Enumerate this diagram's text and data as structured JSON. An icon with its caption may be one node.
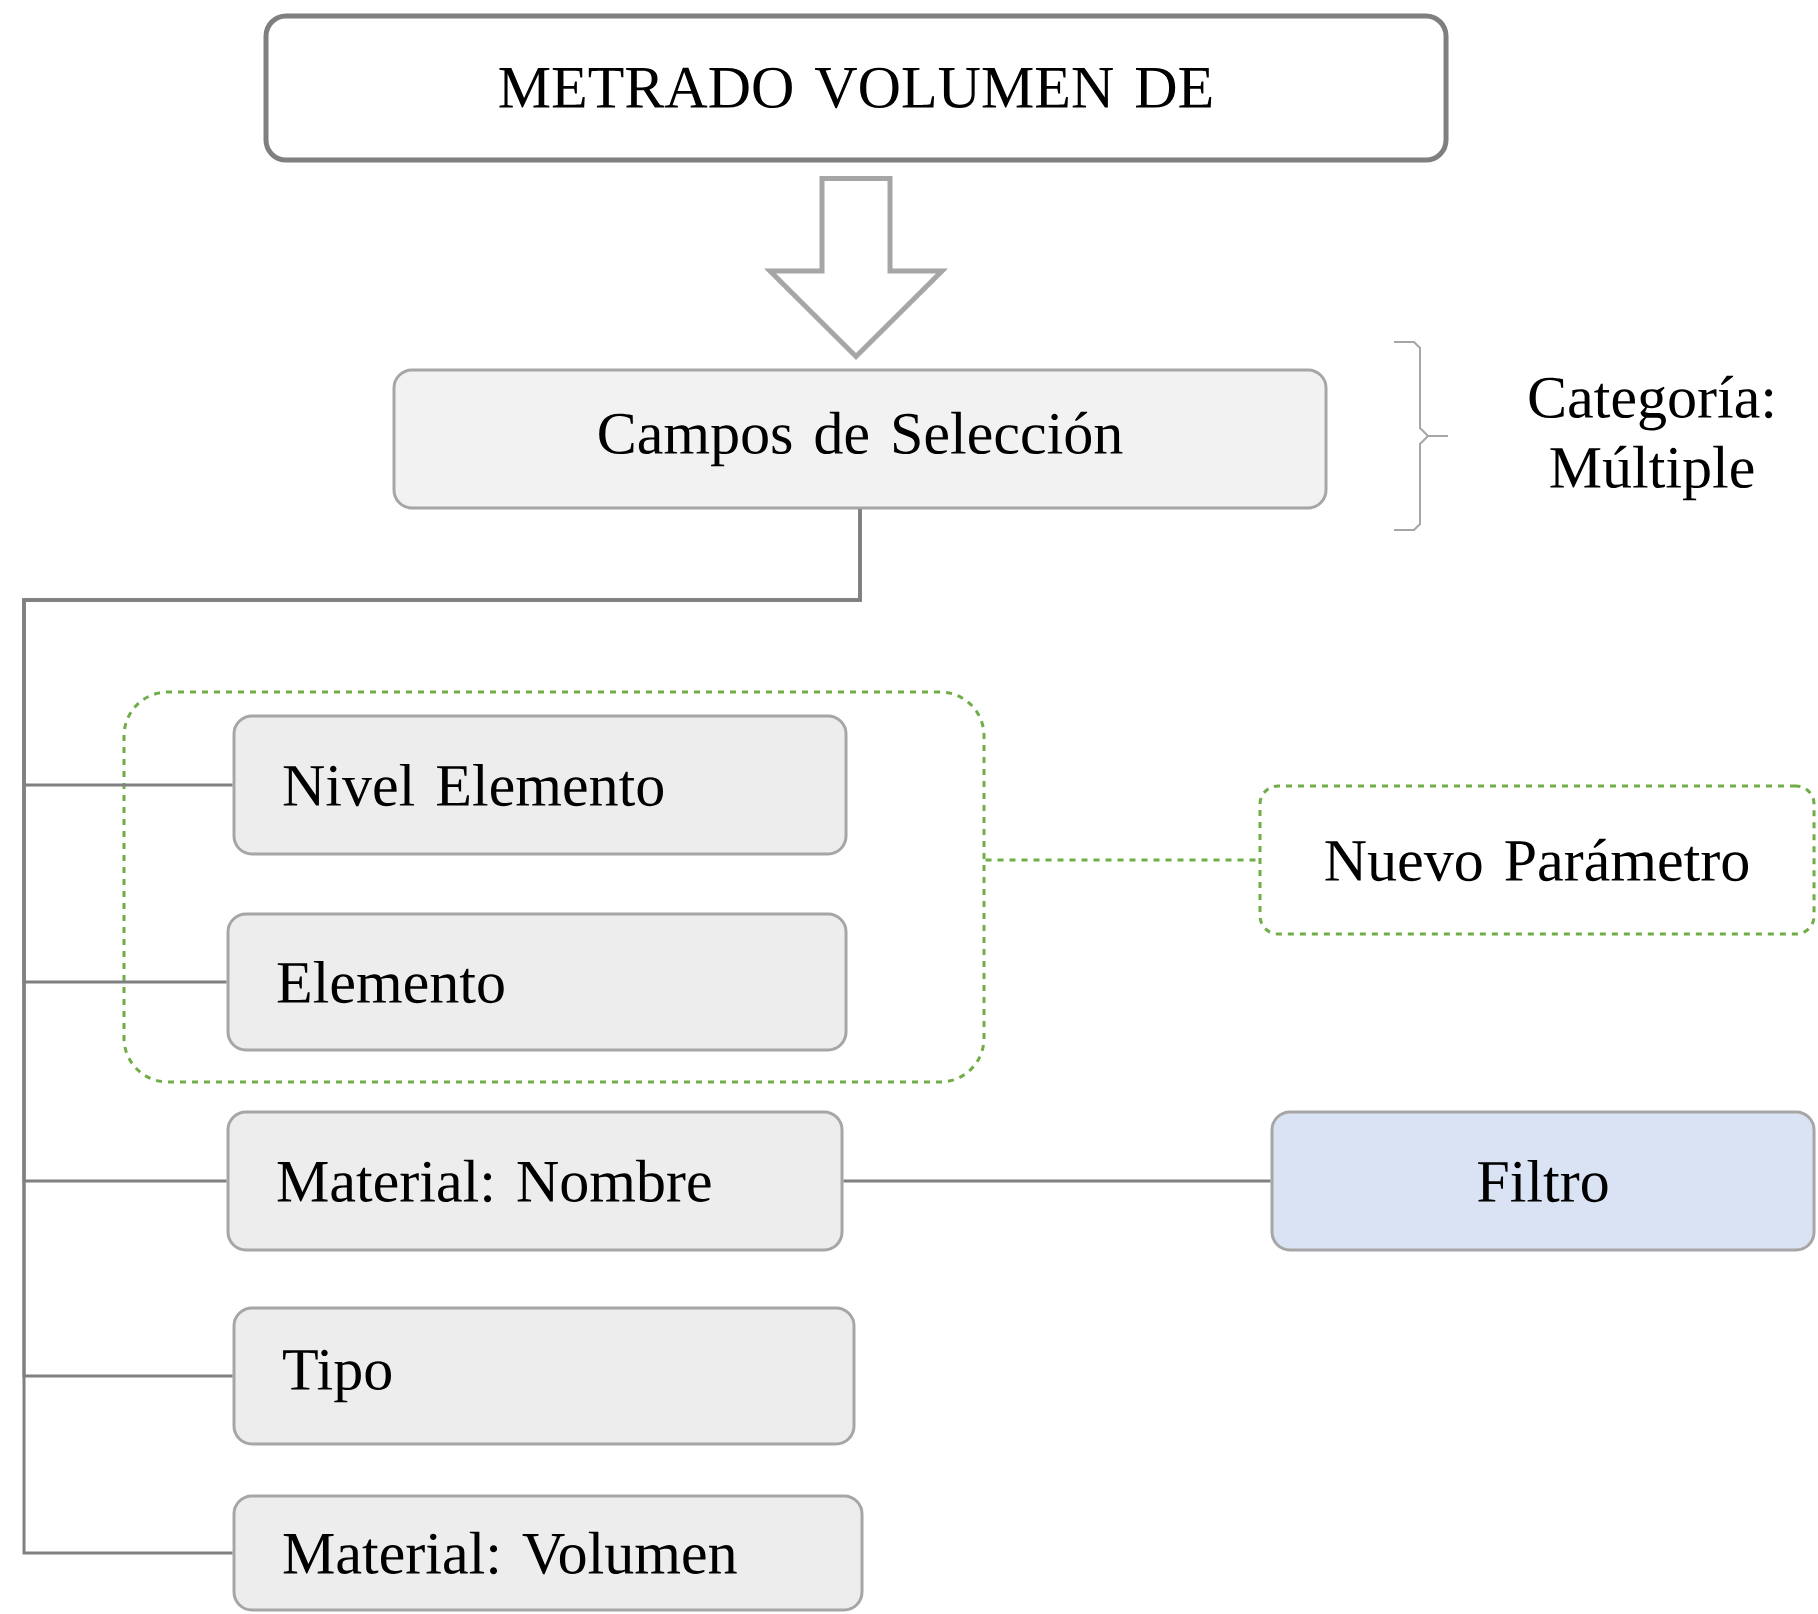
{
  "diagram": {
    "nodes": [
      {
        "text": [
          "METRADO VOLUMEN DE"
        ]
      },
      {
        "text": [
          "Campos de Selección"
        ]
      },
      {
        "text": [],
        "shape": "box"
      },
      {
        "text": [
          "Nivel Elemento"
        ],
        "in": 2
      },
      {
        "text": [
          "Elemento"
        ],
        "in": 2
      },
      {
        "text": [
          "Nuevo Parámetro"
        ]
      },
      {
        "text": [
          "Material: Nombre"
        ]
      },
      {
        "text": [
          "Filtro"
        ]
      },
      {
        "text": [
          "Tipo"
        ]
      },
      {
        "text": [
          "Material: Volumen"
        ]
      }
    ],
    "edges": [
      {
        "from": 0,
        "to": 1,
        "arrow": "to",
        "style": "thick"
      },
      {
        "from": 1,
        "to": 3,
        "arrow": "none"
      },
      {
        "from": 1,
        "to": 4,
        "arrow": "none"
      },
      {
        "from": 1,
        "to": 6,
        "arrow": "none"
      },
      {
        "from": 1,
        "to": 8,
        "arrow": "none"
      },
      {
        "from": 1,
        "to": 9,
        "arrow": "none"
      },
      {
        "from": 2,
        "to": 5,
        "arrow": "none",
        "style": "dashed",
        "color": "#70ad47"
      },
      {
        "from": 6,
        "to": 7,
        "arrow": "none"
      }
    ],
    "labels": [
      "Categoría: Múltiple"
    ]
  }
}
